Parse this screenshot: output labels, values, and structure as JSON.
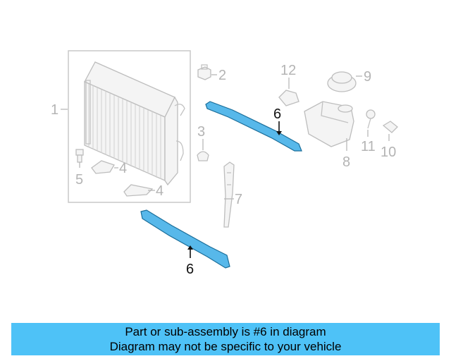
{
  "diagram": {
    "callouts": {
      "c1": "1",
      "c2": "2",
      "c3": "3",
      "c4a": "4",
      "c4b": "4",
      "c5": "5",
      "c6a": "6",
      "c6b": "6",
      "c7": "7",
      "c8": "8",
      "c9": "9",
      "c10": "10",
      "c11": "11",
      "c12": "12"
    },
    "highlighted_part": "6",
    "colors": {
      "highlight_fill": "#57b8ea",
      "highlight_stroke": "#1a6d99",
      "line_art": "#bdbdbd"
    }
  },
  "banner": {
    "line1": "Part or sub-assembly is #6 in diagram",
    "line2": "Diagram may not be specific to your vehicle",
    "color": "#4ec2f7"
  }
}
